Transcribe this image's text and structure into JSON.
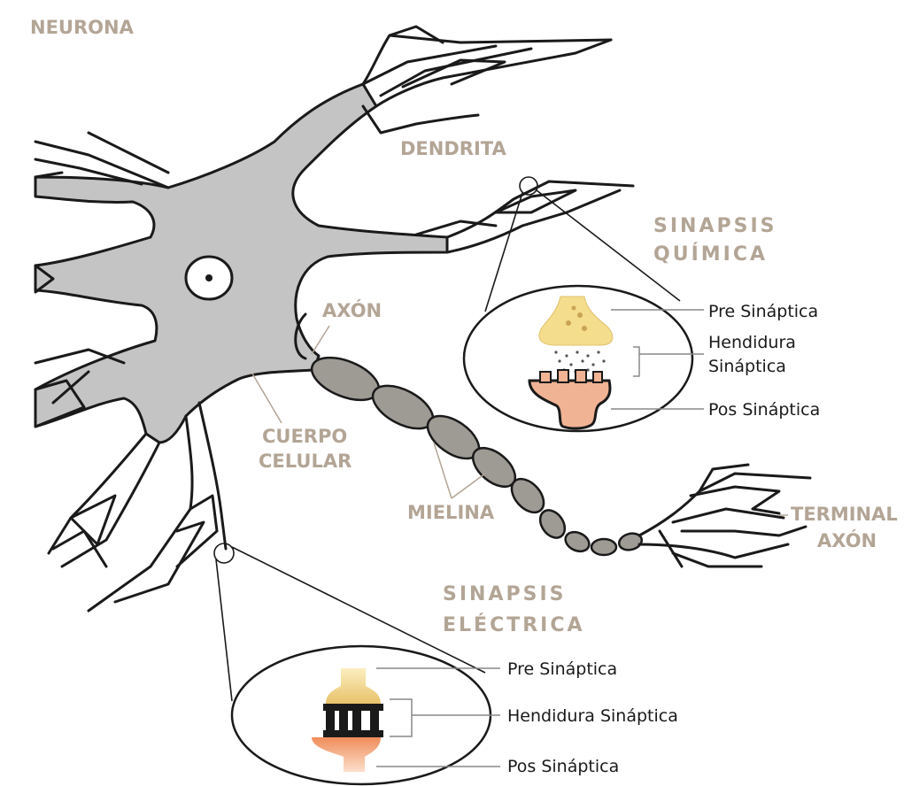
{
  "title": "NEURONA",
  "labels": {
    "dendrita": "DENDRITA",
    "axon": "AXÓN",
    "cuerpo_line1": "CUERPO",
    "cuerpo_line2": "CELULAR",
    "mielina": "MIELINA",
    "terminal_line1": "TERMINAL",
    "terminal_line2": "AXÓN"
  },
  "chemical": {
    "title_line1": "SINAPSIS",
    "title_line2": "QUÍMICA",
    "pre": "Pre Sináptica",
    "cleft_line1": "Hendidura",
    "cleft_line2": "Sináptica",
    "post": "Pos Sináptica"
  },
  "electrical": {
    "title_line1": "SINAPSIS",
    "title_line2": "ELÉCTRICA",
    "pre": "Pre Sináptica",
    "cleft": "Hendidura Sináptica",
    "post": "Pos Sináptica"
  },
  "colors": {
    "cell": "#c4c4c4",
    "myelin": "#9e9a94",
    "label_tan": "#b3a595",
    "pre_yellow": "#f4dd8c",
    "post_peach": "#f0b394",
    "outline": "#1a1a1a"
  }
}
